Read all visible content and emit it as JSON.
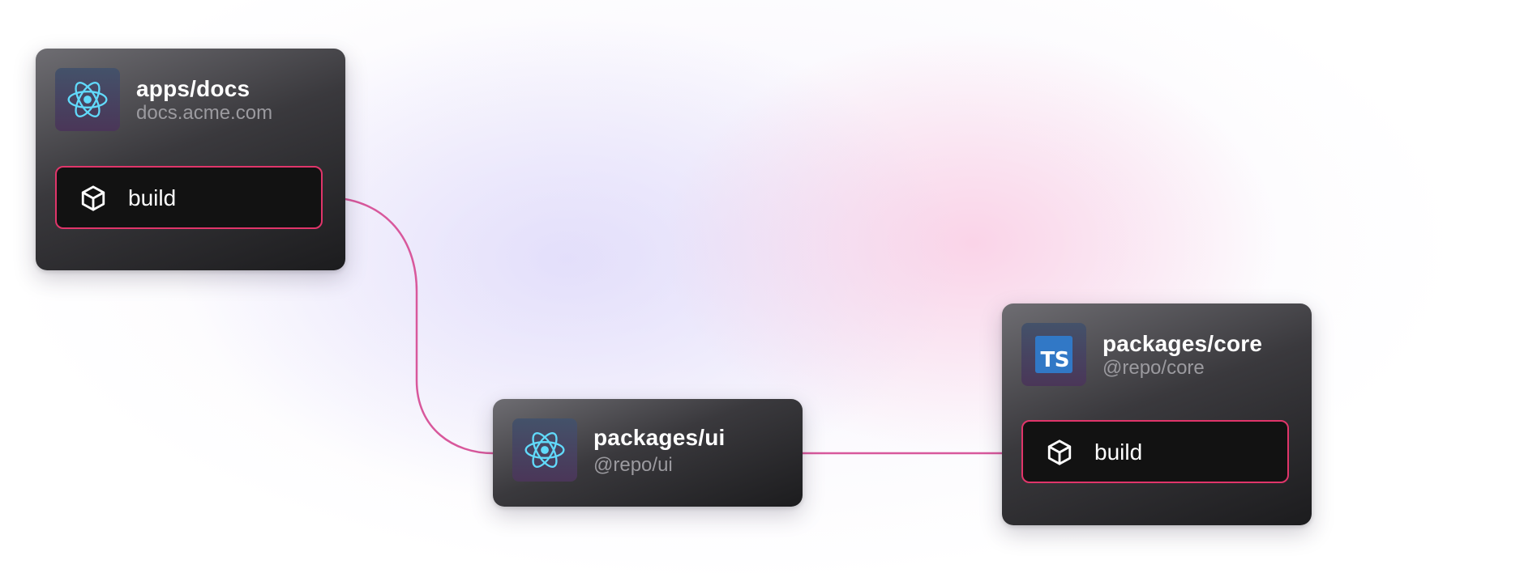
{
  "colors": {
    "edge": "#d8589c",
    "task_border": "#e0356a",
    "react_blue": "#61dafb",
    "ts_blue": "#3178c6"
  },
  "nodes": {
    "docs": {
      "title": "apps/docs",
      "subtitle": "docs.acme.com",
      "icon": "react-icon",
      "task": {
        "label": "build",
        "icon": "cube-icon"
      }
    },
    "ui": {
      "title": "packages/ui",
      "subtitle": "@repo/ui",
      "icon": "react-icon"
    },
    "core": {
      "title": "packages/core",
      "subtitle": "@repo/core",
      "icon": "typescript-icon",
      "icon_text": "TS",
      "task": {
        "label": "build",
        "icon": "cube-icon"
      }
    }
  },
  "edges": [
    {
      "from": "apps/docs build",
      "to": "packages/ui"
    },
    {
      "from": "packages/ui",
      "to": "packages/core build"
    }
  ]
}
